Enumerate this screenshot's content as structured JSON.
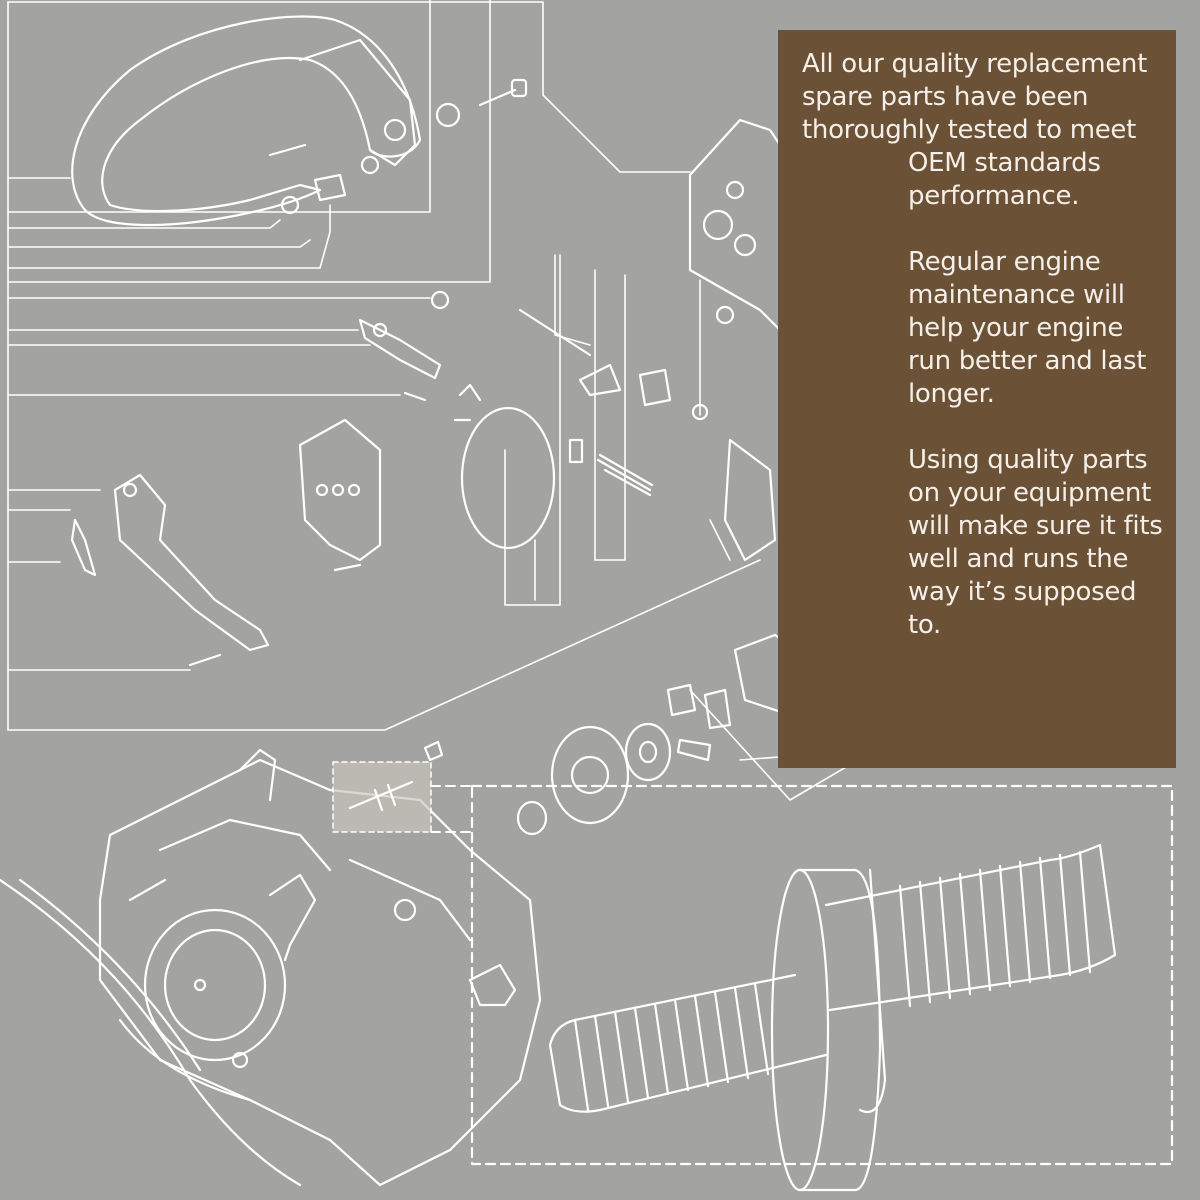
{
  "panel": {
    "intro_line": "All our quality replacement spare parts have been thoroughly tested to meet",
    "oem_line": "OEM standards performance.",
    "maintenance": "Regular engine maintenance will help your engine run better and last longer.",
    "quality": "Using quality parts on your equipment will make sure it fits well and runs the way it’s supposed to."
  },
  "colors": {
    "background": "#a3a3a1",
    "panel": "#6b5136",
    "lines": "#ffffff",
    "highlight": "#c9c4bc"
  },
  "icons": [
    "handle-icon",
    "chain-brake-icon",
    "clutch-icon",
    "chainsaw-body-icon",
    "screw-icon"
  ]
}
